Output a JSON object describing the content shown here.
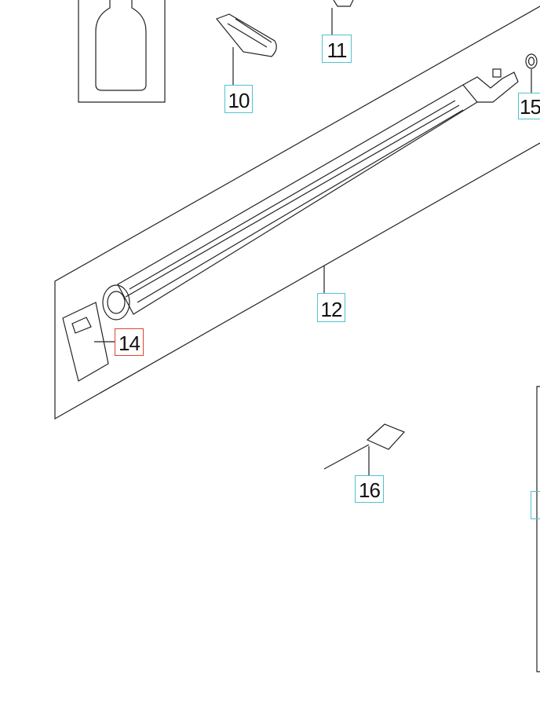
{
  "diagram": {
    "callouts": [
      {
        "id": "10",
        "label": "10"
      },
      {
        "id": "11",
        "label": "11"
      },
      {
        "id": "12",
        "label": "12"
      },
      {
        "id": "14",
        "label": "14",
        "highlighted": true
      },
      {
        "id": "15",
        "label": "15"
      },
      {
        "id": "16",
        "label": "16"
      }
    ],
    "colors": {
      "callout_border": "#4fc3d0",
      "highlight_border": "#e0452e",
      "line": "#222222"
    }
  }
}
